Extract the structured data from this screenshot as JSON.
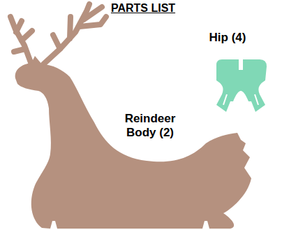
{
  "diagram": {
    "title": "PARTS LIST",
    "labels": [
      "Hip (4)",
      "Reindeer Body (2)"
    ]
  }
}
